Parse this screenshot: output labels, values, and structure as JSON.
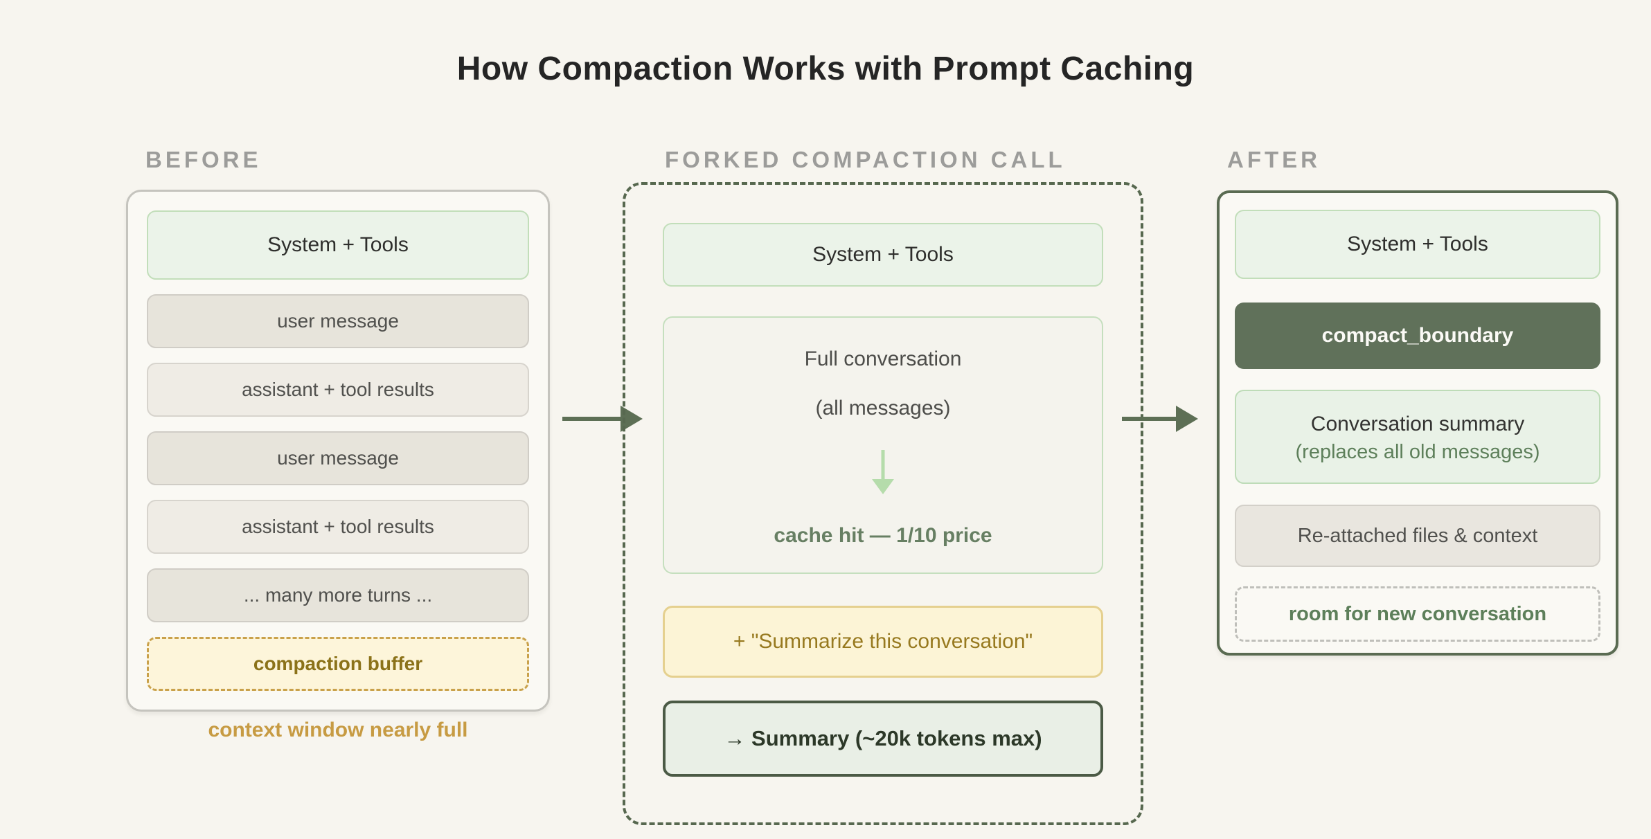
{
  "title": "How Compaction Works with Prompt Caching",
  "colors": {
    "page_background": "#f7f5ef",
    "green_box_bg": "#ebf3e9",
    "green_box_border": "#c2deba",
    "neutral_dark_bg": "#e7e4db",
    "neutral_light_bg": "#efece5",
    "buffer_bg": "#fdf5da",
    "buffer_border": "#c9a14b",
    "buffer_text": "#8b7219",
    "caption_gold": "#c79b43",
    "dashed_container_green": "#57684f",
    "compact_boundary_bg": "#60715a",
    "green_text": "#5d7f5a",
    "cache_note_green": "#677f63",
    "arrow_green": "#5d6f55",
    "label_gray": "#9c9c9a"
  },
  "before": {
    "label": "BEFORE",
    "boxes": [
      {
        "label": "System + Tools"
      },
      {
        "label": "user message"
      },
      {
        "label": "assistant + tool results"
      },
      {
        "label": "user message"
      },
      {
        "label": "assistant + tool results"
      },
      {
        "label": "... many more turns ..."
      },
      {
        "label": "compaction buffer"
      }
    ],
    "caption": "context window nearly full"
  },
  "forked": {
    "label": "FORKED COMPACTION CALL",
    "system_tools": "System + Tools",
    "full_conversation": {
      "line1": "Full conversation",
      "line2": "(all messages)",
      "cache_note": "cache hit — 1/10 price"
    },
    "summarize_prompt": "+ \"Summarize this conversation\"",
    "summary_result": "→ Summary (~20k tokens max)"
  },
  "after": {
    "label": "AFTER",
    "system_tools": "System + Tools",
    "compact_boundary": "compact_boundary",
    "conversation_summary": {
      "line1": "Conversation summary",
      "line2": "(replaces all old messages)"
    },
    "reattached": "Re-attached files & context",
    "room": "room for new conversation"
  }
}
